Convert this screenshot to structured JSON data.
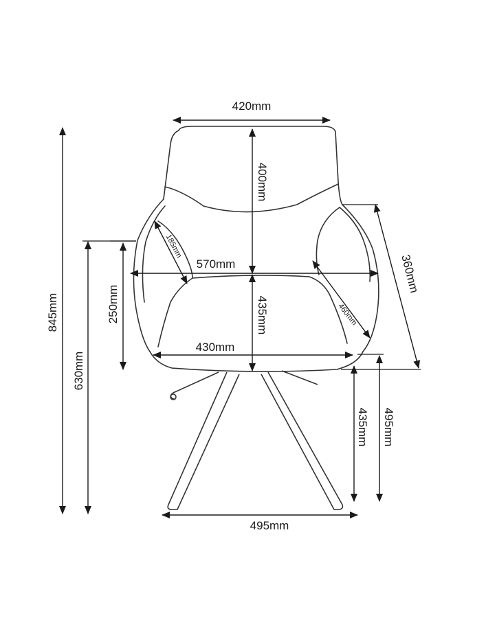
{
  "diagram": {
    "subject": "armchair",
    "dimensions": {
      "backrest_width": "420mm",
      "backrest_height": "400mm",
      "armrest_depth": "185mm",
      "overall_width": "570mm",
      "total_height": "845mm",
      "seat_height": "630mm",
      "armrest_height": "250mm",
      "seat_depth": "435mm",
      "arm_diagonal": "360mm",
      "inner_diagonal": "460mm",
      "seat_width": "430mm",
      "leg_height": "435mm",
      "seat_floor_height": "495mm",
      "base_width": "495mm"
    }
  }
}
